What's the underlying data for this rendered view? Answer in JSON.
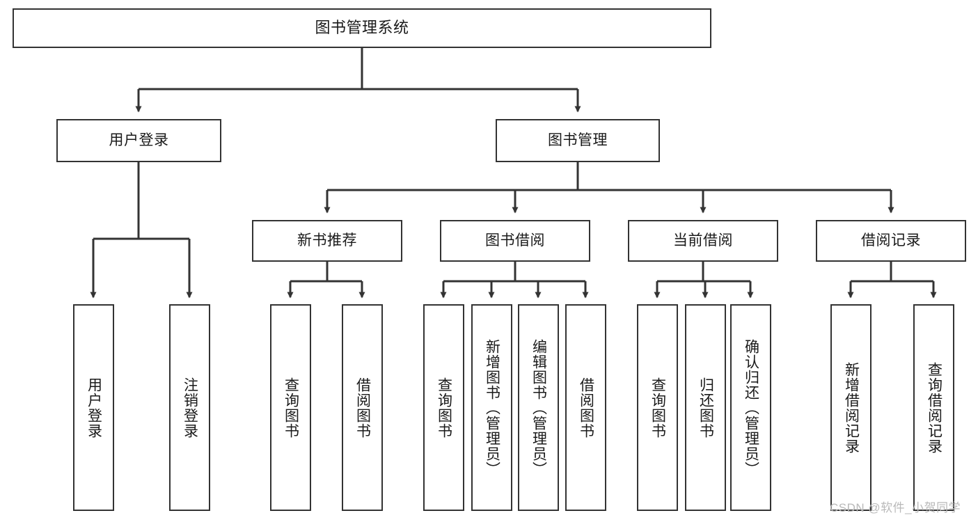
{
  "diagram": {
    "type": "tree-hierarchy",
    "title": "图书管理系统",
    "root": {
      "id": "root",
      "label": "图书管理系统",
      "orientation": "horizontal"
    },
    "level2": [
      {
        "id": "user-login",
        "label": "用户登录",
        "orientation": "horizontal"
      },
      {
        "id": "book-management",
        "label": "图书管理",
        "orientation": "horizontal"
      }
    ],
    "level3": [
      {
        "id": "new-book-recommend",
        "label": "新书推荐",
        "orientation": "horizontal",
        "parent": "book-management"
      },
      {
        "id": "book-borrow",
        "label": "图书借阅",
        "orientation": "horizontal",
        "parent": "book-management"
      },
      {
        "id": "current-borrow",
        "label": "当前借阅",
        "orientation": "horizontal",
        "parent": "book-management"
      },
      {
        "id": "borrow-record",
        "label": "借阅记录",
        "orientation": "horizontal",
        "parent": "book-management"
      }
    ],
    "leaves": [
      {
        "id": "leaf-user-login",
        "label": "用户登录",
        "orientation": "vertical",
        "parent": "user-login"
      },
      {
        "id": "leaf-logout-login",
        "label": "注销登录",
        "orientation": "vertical",
        "parent": "user-login"
      },
      {
        "id": "leaf-query-book-1",
        "label": "查询图书",
        "orientation": "vertical",
        "parent": "new-book-recommend"
      },
      {
        "id": "leaf-borrow-book-1",
        "label": "借阅图书",
        "orientation": "vertical",
        "parent": "new-book-recommend"
      },
      {
        "id": "leaf-query-book-2",
        "label": "查询图书",
        "orientation": "vertical",
        "parent": "book-borrow"
      },
      {
        "id": "leaf-add-book",
        "label": "新增图书（管理员）",
        "orientation": "vertical",
        "parent": "book-borrow"
      },
      {
        "id": "leaf-edit-book",
        "label": "编辑图书（管理员）",
        "orientation": "vertical",
        "parent": "book-borrow"
      },
      {
        "id": "leaf-borrow-book-2",
        "label": "借阅图书",
        "orientation": "vertical",
        "parent": "book-borrow"
      },
      {
        "id": "leaf-query-book-3",
        "label": "查询图书",
        "orientation": "vertical",
        "parent": "current-borrow"
      },
      {
        "id": "leaf-return-book",
        "label": "归还图书",
        "orientation": "vertical",
        "parent": "current-borrow"
      },
      {
        "id": "leaf-confirm-return",
        "label": "确认归还（管理员）",
        "orientation": "vertical",
        "parent": "current-borrow"
      },
      {
        "id": "leaf-add-record",
        "label": "新增借阅记录",
        "orientation": "vertical",
        "parent": "borrow-record"
      },
      {
        "id": "leaf-query-record",
        "label": "查询借阅记录",
        "orientation": "vertical",
        "parent": "borrow-record"
      }
    ]
  },
  "watermark": {
    "text": "CSDN @软件_小贺同学"
  },
  "colors": {
    "box_border": "#333333",
    "box_fill": "#ffffff",
    "connector": "#333333",
    "text": "#1a1a1a",
    "watermark": "#b9b9b9",
    "background": "#ffffff"
  }
}
